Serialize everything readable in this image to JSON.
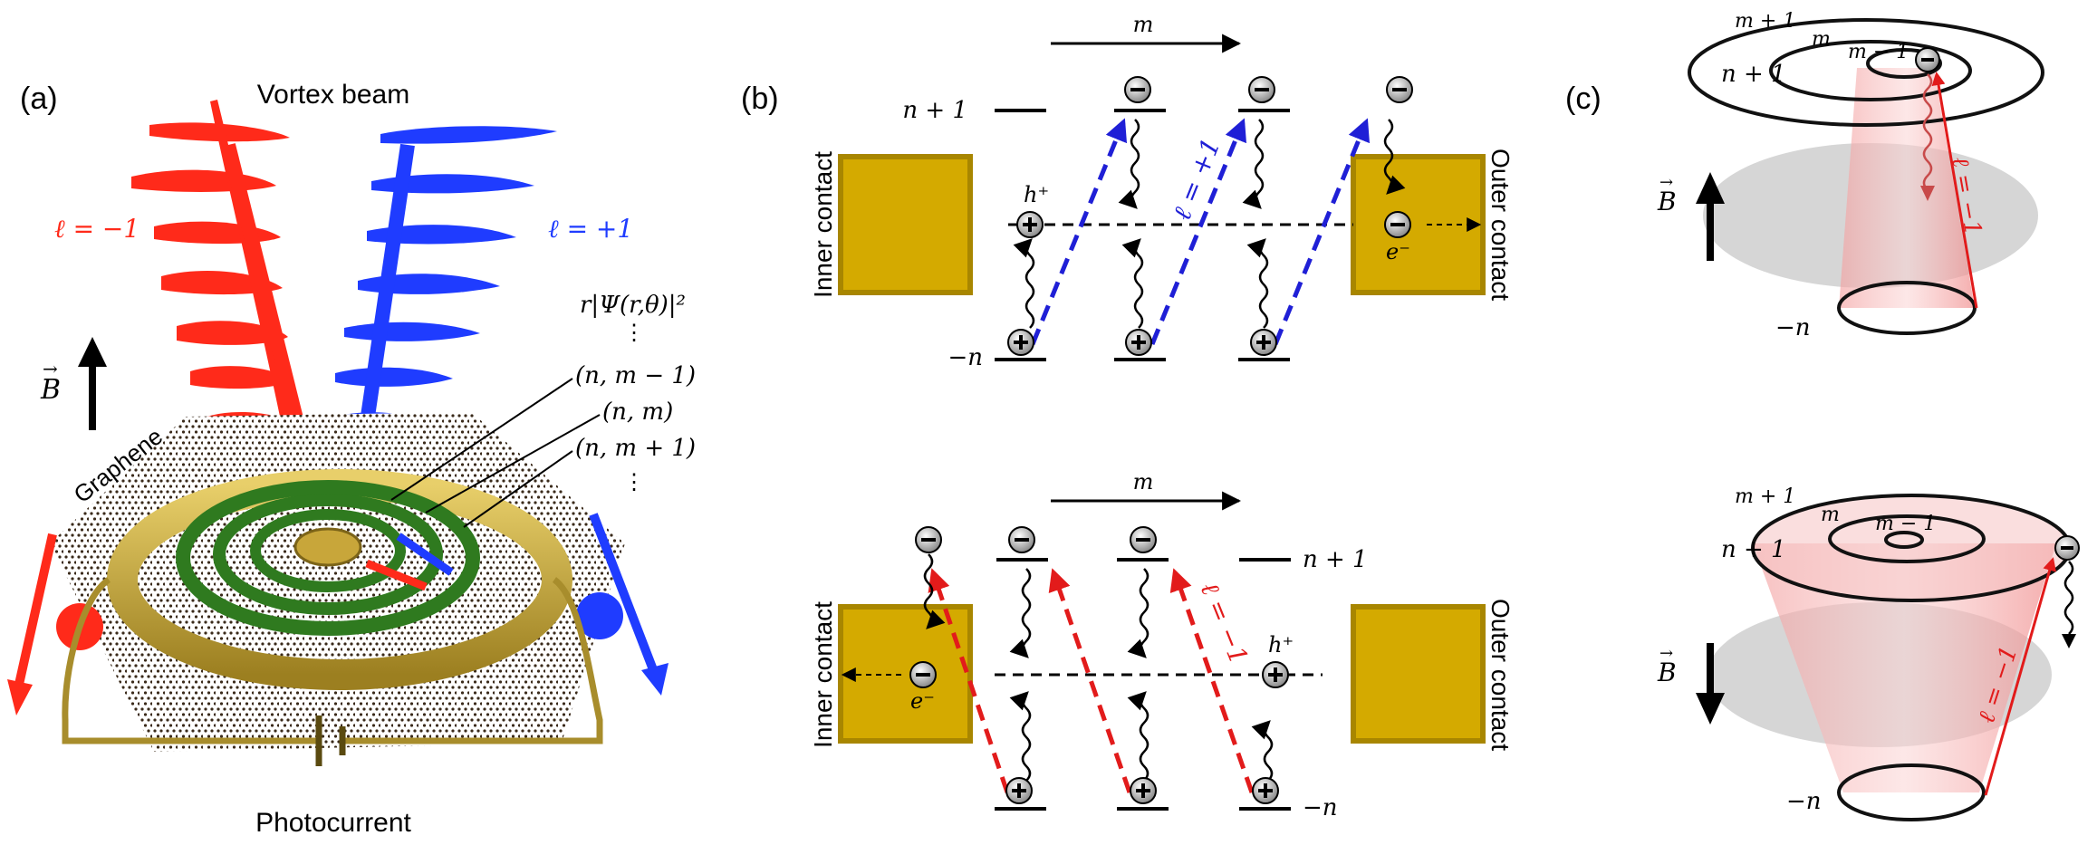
{
  "panel_a": {
    "panel_label": "(a)",
    "title": "Vortex beam",
    "left_beam_label": "ℓ = −1",
    "right_beam_label": "ℓ = +1",
    "b_field_label": "B",
    "substrate_label": "Graphene",
    "bottom_label": "Photocurrent",
    "wavefunction_label": "r|Ψ(r,θ)|²",
    "state_labels": [
      "(n, m − 1)",
      "(n, m)",
      "(n, m + 1)"
    ],
    "colors": {
      "left_beam": "#ff2a1a",
      "right_beam": "#1f3cff",
      "rings": "#2f7a1f",
      "contact": "#c8a63a"
    }
  },
  "panel_b": {
    "panel_label": "(b)",
    "top": {
      "m_arrow_label": "m",
      "upper_level_label": "n + 1",
      "lower_level_label": "−n",
      "left_contact_label": "Inner contact",
      "right_contact_label": "Outer contact",
      "transition_label": "ℓ = +1",
      "hole_label": "h⁺",
      "electron_label": "e⁻"
    },
    "bottom": {
      "m_arrow_label": "m",
      "upper_level_label": "n + 1",
      "lower_level_label": "−n",
      "left_contact_label": "Inner contact",
      "right_contact_label": "Outer contact",
      "transition_label": "ℓ = −1",
      "hole_label": "h⁺",
      "electron_label": "e⁻"
    },
    "colors": {
      "contact": "#d4aa00",
      "contact_border": "#a88600",
      "plus_transition": "#1f1fd6",
      "minus_transition": "#e21b1b"
    }
  },
  "panel_c": {
    "panel_label": "(c)",
    "top": {
      "b_field_label": "B",
      "b_direction": "up",
      "ring_labels": [
        "m + 1",
        "m",
        "m − 1"
      ],
      "upper_level_label": "n + 1",
      "lower_level_label": "−n",
      "transition_label": "ℓ = −1"
    },
    "bottom": {
      "b_field_label": "B",
      "b_direction": "down",
      "ring_labels": [
        "m + 1",
        "m",
        "m − 1"
      ],
      "upper_level_label": "n + 1",
      "lower_level_label": "−n",
      "transition_label": "ℓ = −1"
    },
    "colors": {
      "cone": "#f7b5b5",
      "disk": "#c4c4c4",
      "transition": "#e21b1b"
    }
  }
}
